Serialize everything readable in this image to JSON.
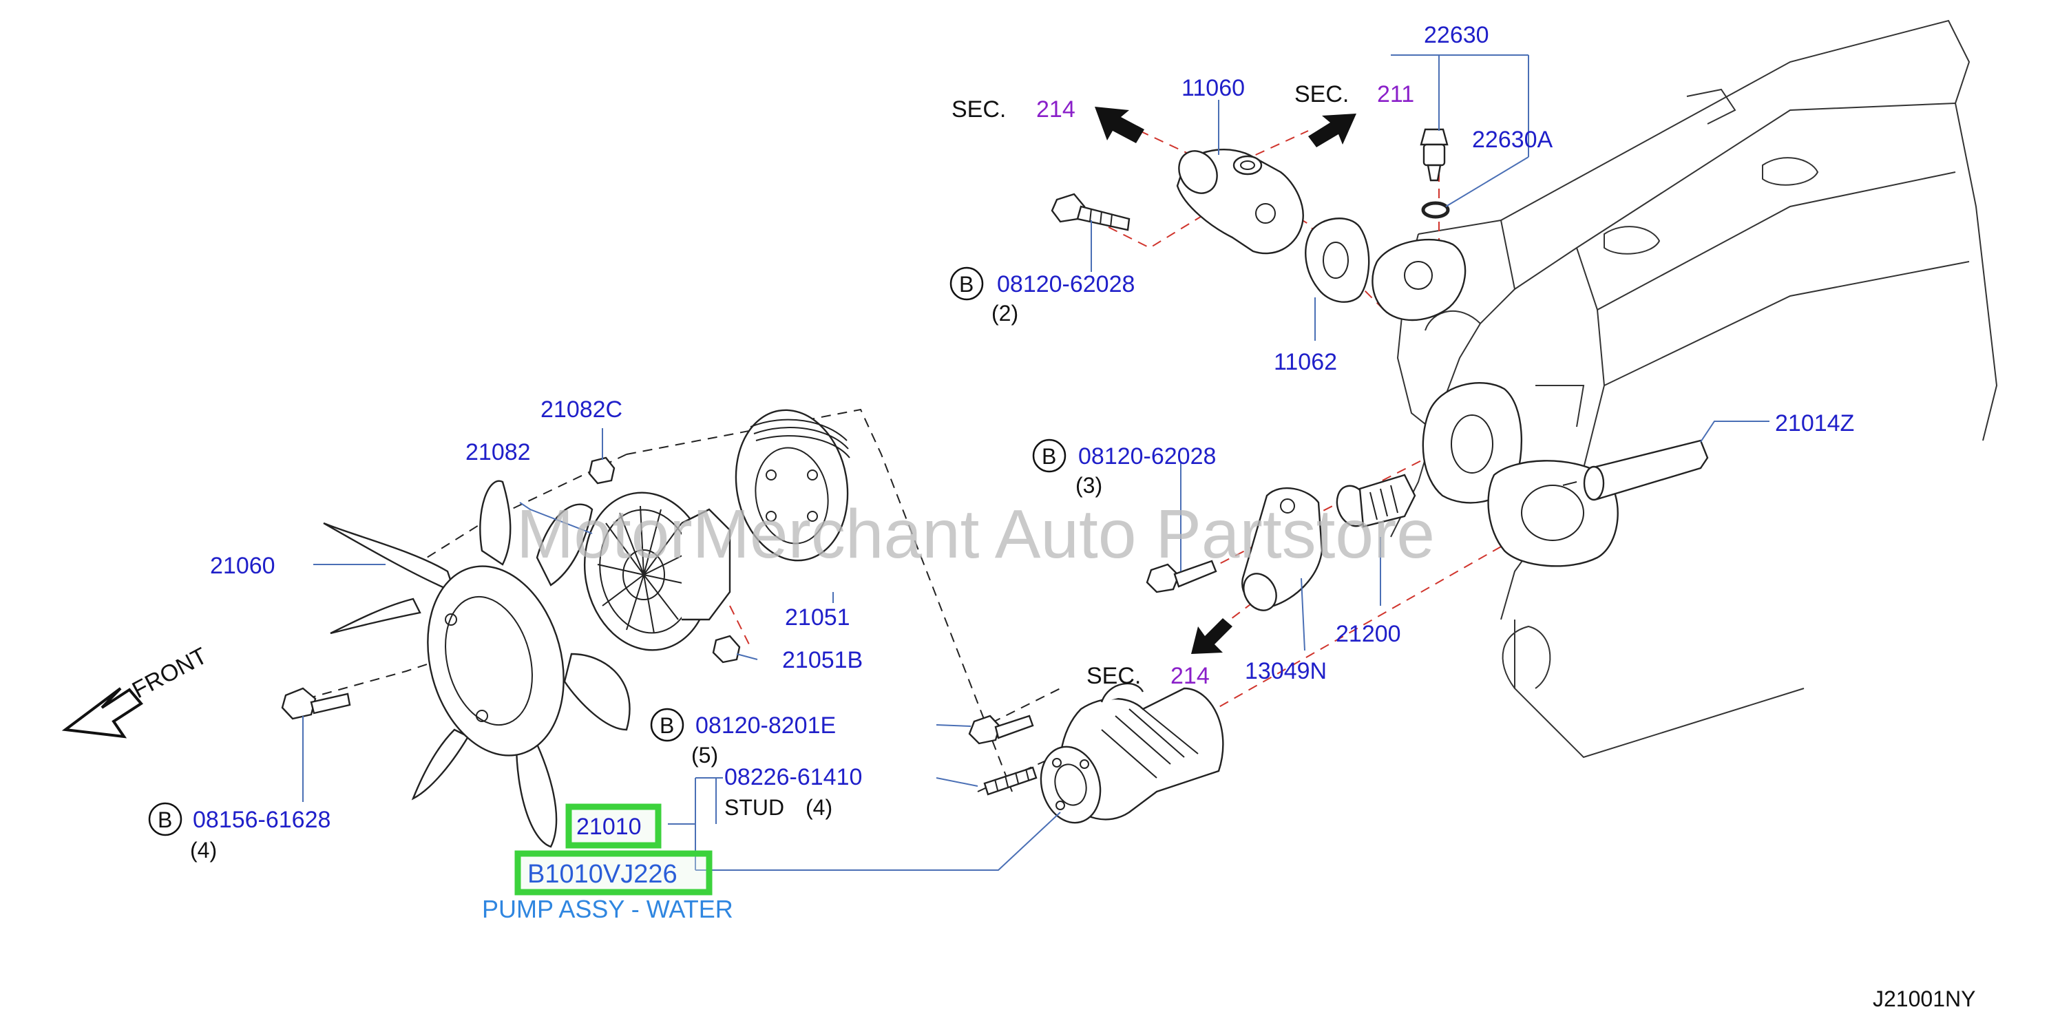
{
  "diagram": {
    "watermark": "MotorMerchant Auto Partstore",
    "drawing_code": "J21001NY",
    "front_label": "FRONT",
    "sections": [
      {
        "label": "SEC.",
        "number": "214"
      },
      {
        "label": "SEC.",
        "number": "211"
      },
      {
        "label": "SEC.",
        "number": "214"
      }
    ],
    "parts": {
      "p22630": "22630",
      "p22630A": "22630A",
      "p11060": "11060",
      "p11062": "11062",
      "p21014Z": "21014Z",
      "p21082C": "21082C",
      "p21082": "21082",
      "p21060": "21060",
      "p21051": "21051",
      "p21051B": "21051B",
      "p21200": "21200",
      "p13049N": "13049N",
      "p21010": "21010",
      "selected": "B1010VJ226",
      "selected_desc": "PUMP ASSY - WATER"
    },
    "bolts": [
      {
        "badge": "B",
        "number": "08120-62028",
        "qty": "(2)"
      },
      {
        "badge": "B",
        "number": "08120-62028",
        "qty": "(3)"
      },
      {
        "badge": "B",
        "number": "08120-8201E",
        "qty": "(5)"
      },
      {
        "badge": "B",
        "number": "08156-61628",
        "qty": "(4)"
      }
    ],
    "stud": {
      "number": "08226-61410",
      "label": "STUD",
      "qty": "(4)"
    }
  }
}
